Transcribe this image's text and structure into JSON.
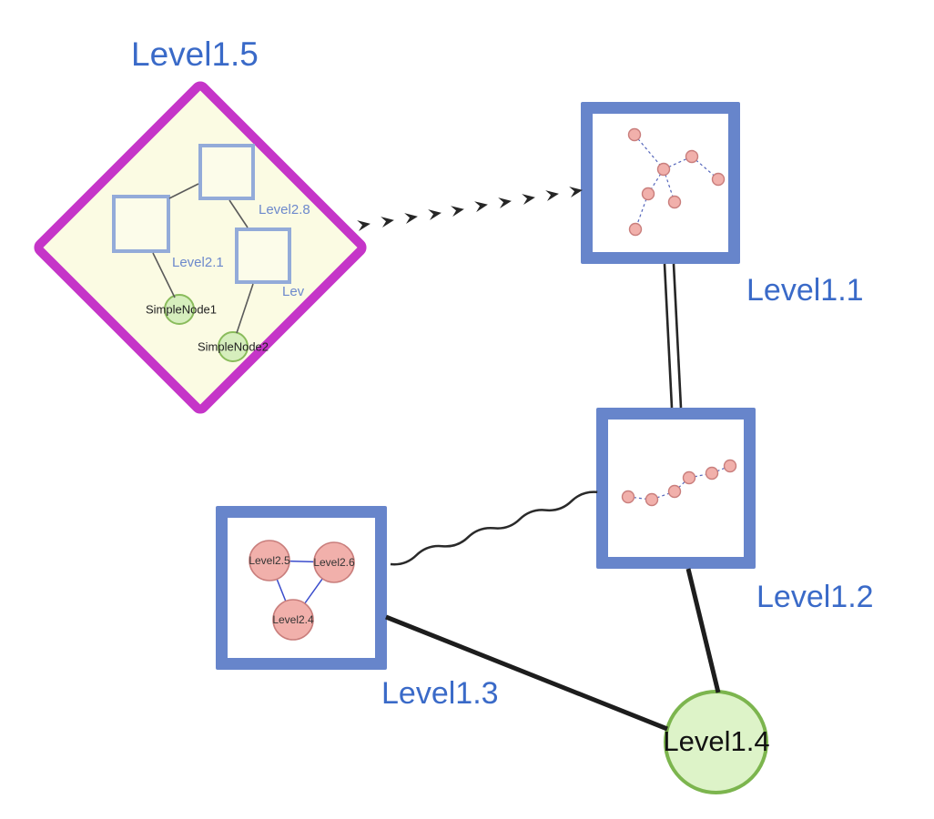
{
  "diagram": {
    "nodes": {
      "level15": {
        "label": "Level1.5",
        "shape": "diamond-group"
      },
      "level11": {
        "label": "Level1.1",
        "shape": "square-group"
      },
      "level12": {
        "label": "Level1.2",
        "shape": "square-group"
      },
      "level13": {
        "label": "Level1.3",
        "shape": "square-group"
      },
      "level14": {
        "label": "Level1.4",
        "shape": "circle"
      }
    },
    "level15_children": {
      "square_top_label": "Level2.8",
      "square_left_label": "Level2.1",
      "square_right_label": "Lev",
      "simple_node_1": "SimpleNode1",
      "simple_node_2": "SimpleNode2"
    },
    "level13_children": {
      "node_a": "Level2.5",
      "node_b": "Level2.6",
      "node_c": "Level2.4"
    },
    "edges": [
      {
        "from": "Level1.5",
        "to": "Level1.1",
        "style": "dashed-arrow-chain"
      },
      {
        "from": "Level1.1",
        "to": "Level1.2",
        "style": "double-line"
      },
      {
        "from": "Level1.2",
        "to": "Level1.3",
        "style": "wavy-line"
      },
      {
        "from": "Level1.3",
        "to": "Level1.4",
        "style": "solid-line"
      },
      {
        "from": "Level1.2",
        "to": "Level1.4",
        "style": "solid-line"
      }
    ],
    "colors": {
      "label_blue": "#3a6ac8",
      "group_border_blue": "#6785cb",
      "diamond_border_magenta": "#c535c8",
      "diamond_fill": "#fbfbe3",
      "inner_square_border": "#93abd9",
      "green_node_fill": "#d6eebd",
      "green_node_border": "#8abc5c",
      "big_circle_fill": "#ddf3c8",
      "big_circle_border": "#7cb54e",
      "pink_node_fill": "#f1b0ab",
      "pink_node_border": "#c97e7c",
      "edge_dark": "#262626",
      "mini_edge_blue": "#5566bb"
    }
  }
}
